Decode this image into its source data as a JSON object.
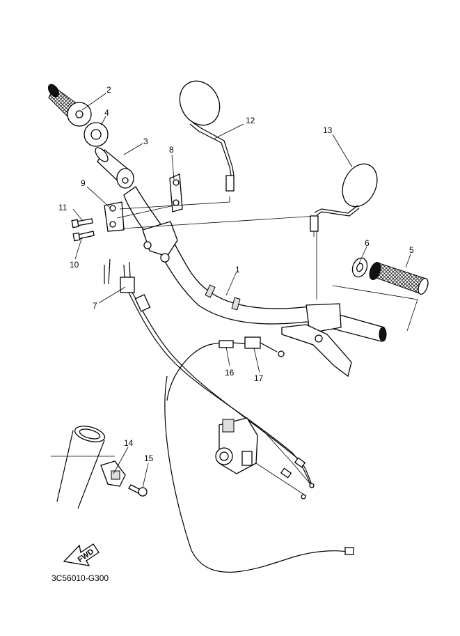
{
  "diagram": {
    "part_code": "3C56010-G300",
    "fwd_label": "FWD",
    "callouts": [
      {
        "id": "c1",
        "text": "1"
      },
      {
        "id": "c2",
        "text": "2"
      },
      {
        "id": "c3",
        "text": "3"
      },
      {
        "id": "c4",
        "text": "4"
      },
      {
        "id": "c5",
        "text": "5"
      },
      {
        "id": "c6",
        "text": "6"
      },
      {
        "id": "c7",
        "text": "7"
      },
      {
        "id": "c8",
        "text": "8"
      },
      {
        "id": "c9",
        "text": "9"
      },
      {
        "id": "c10",
        "text": "10"
      },
      {
        "id": "c11",
        "text": "11"
      },
      {
        "id": "c12",
        "text": "12"
      },
      {
        "id": "c13",
        "text": "13"
      },
      {
        "id": "c14",
        "text": "14"
      },
      {
        "id": "c15",
        "text": "15"
      },
      {
        "id": "c16",
        "text": "16"
      },
      {
        "id": "c17",
        "text": "17"
      }
    ]
  }
}
